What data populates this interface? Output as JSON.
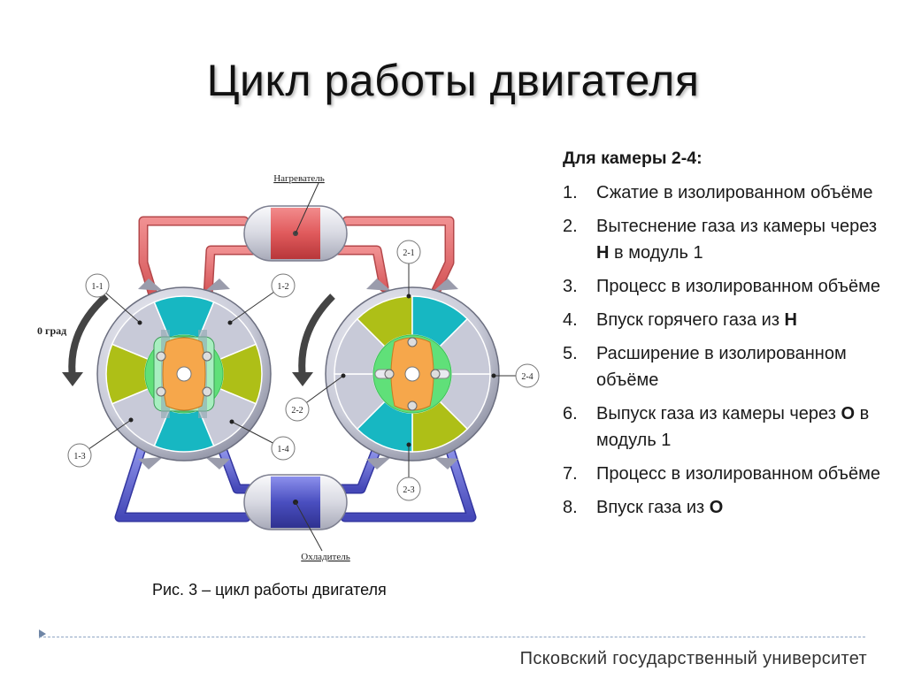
{
  "slide": {
    "title": "Цикл работы двигателя",
    "caption": "Рис. 3 – цикл работы двигателя",
    "footer": "Псковский государственный университет"
  },
  "diagram": {
    "heater_label": "Нагреватель",
    "cooler_label": "Охладитель",
    "angle_label": "0 град",
    "callouts": [
      "1-1",
      "1-2",
      "1-3",
      "1-4",
      "2-1",
      "2-2",
      "2-3",
      "2-4"
    ],
    "colors": {
      "hot": "#e05a5c",
      "cold": "#4a4fc0",
      "cyan": "#17b7c2",
      "olive": "#aebf17",
      "green": "#60e079",
      "orange": "#f6a74b",
      "silver": "#c8cad8"
    }
  },
  "list": {
    "heading": "Для камеры 2-4:",
    "items": [
      {
        "num": "1.",
        "parts": [
          {
            "t": "Сжатие в изолированном объёме"
          }
        ]
      },
      {
        "num": "2.",
        "parts": [
          {
            "t": "Вытеснение газа из камеры через "
          },
          {
            "t": "Н",
            "b": true
          },
          {
            "t": " в модуль 1"
          }
        ]
      },
      {
        "num": "3.",
        "parts": [
          {
            "t": "Процесс в изолированном объёме"
          }
        ]
      },
      {
        "num": "4.",
        "parts": [
          {
            "t": "Впуск горячего газа из "
          },
          {
            "t": "Н",
            "b": true
          }
        ]
      },
      {
        "num": "5.",
        "parts": [
          {
            "t": "Расширение в изолированном объёме"
          }
        ]
      },
      {
        "num": "6.",
        "parts": [
          {
            "t": "Выпуск газа из камеры через "
          },
          {
            "t": "О",
            "b": true
          },
          {
            "t": " в модуль 1"
          }
        ]
      },
      {
        "num": "7.",
        "parts": [
          {
            "t": "Процесс в изолированном объёме"
          }
        ]
      },
      {
        "num": "8.",
        "parts": [
          {
            "t": "Впуск газа из "
          },
          {
            "t": "О",
            "b": true
          }
        ]
      }
    ]
  }
}
